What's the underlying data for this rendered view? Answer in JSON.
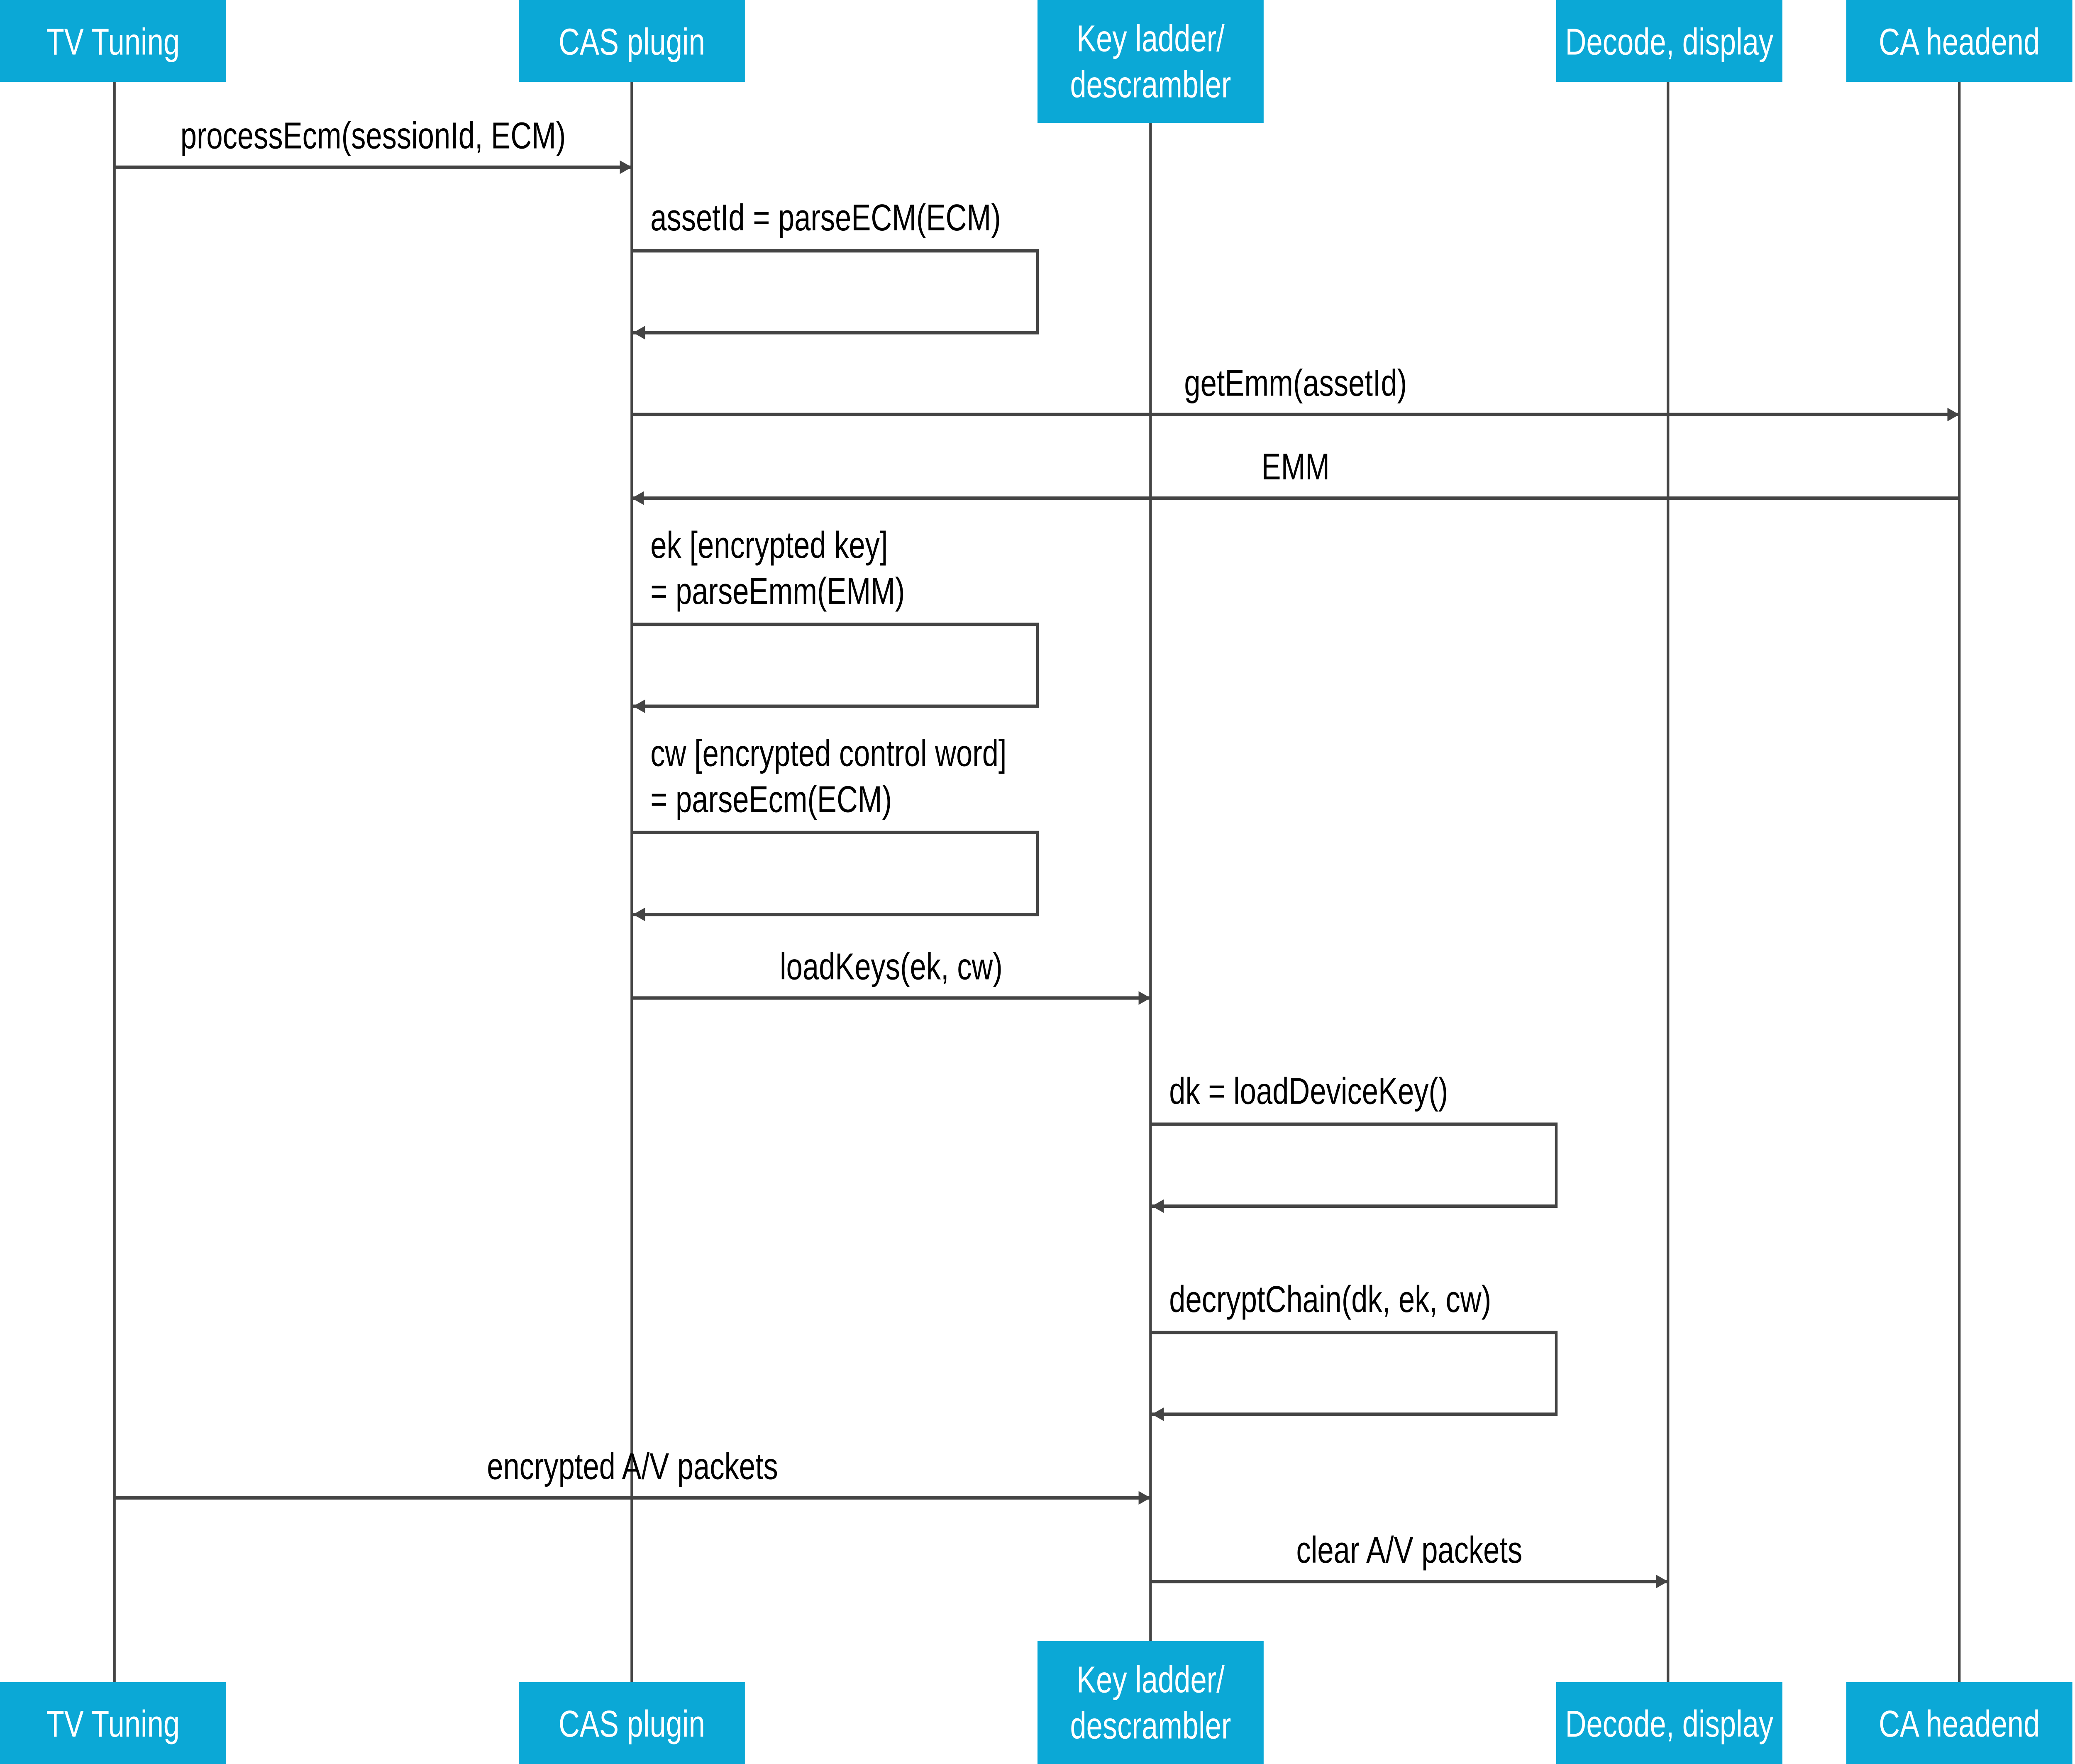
{
  "colors": {
    "participant_bg": "#0BA8D6",
    "participant_text": "#FFFFFF",
    "line": "#444444",
    "label": "#000000"
  },
  "participants": [
    {
      "label": [
        "TV Tuning"
      ]
    },
    {
      "label": [
        "CAS plugin"
      ]
    },
    {
      "label": [
        "Key ladder/",
        "descrambler"
      ]
    },
    {
      "label": [
        "Decode, display"
      ]
    },
    {
      "label": [
        "CA headend"
      ]
    }
  ],
  "messages": [
    {
      "from": 0,
      "to": 1,
      "label": [
        "processEcm(sessionId, ECM)"
      ]
    },
    {
      "from": 1,
      "to": 1,
      "label": [
        "assetId = parseECM(ECM)"
      ]
    },
    {
      "from": 1,
      "to": 4,
      "label": [
        "getEmm(assetId)"
      ]
    },
    {
      "from": 4,
      "to": 1,
      "label": [
        "EMM"
      ]
    },
    {
      "from": 1,
      "to": 1,
      "label": [
        "ek [encrypted key]",
        "= parseEmm(EMM)"
      ]
    },
    {
      "from": 1,
      "to": 1,
      "label": [
        "cw [encrypted control word]",
        "= parseEcm(ECM)"
      ]
    },
    {
      "from": 1,
      "to": 2,
      "label": [
        "loadKeys(ek, cw)"
      ]
    },
    {
      "from": 2,
      "to": 2,
      "label": [
        "dk = loadDeviceKey()"
      ]
    },
    {
      "from": 2,
      "to": 2,
      "label": [
        "decryptChain(dk, ek, cw)"
      ]
    },
    {
      "from": 0,
      "to": 2,
      "label": [
        "encrypted A/V packets"
      ]
    },
    {
      "from": 2,
      "to": 3,
      "label": [
        "clear A/V packets"
      ]
    }
  ]
}
